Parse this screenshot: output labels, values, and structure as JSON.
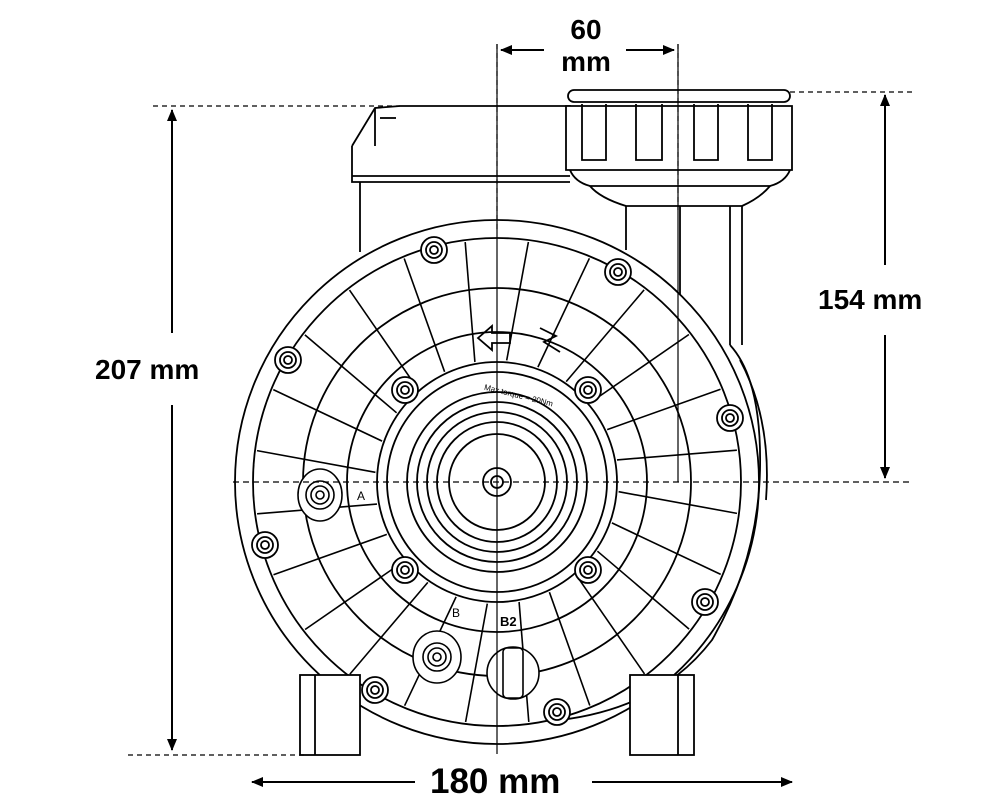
{
  "dimensions": {
    "overall_height": "207 mm",
    "outlet_height": "154 mm",
    "overall_width": "180 mm",
    "outlet_offset_value": "60",
    "outlet_offset_unit": "mm"
  },
  "markings": {
    "port_a": "A",
    "port_b": "B",
    "port_b2": "B2",
    "torque_note": "Max torque = 20Nm",
    "flow_arrow": "⇦"
  },
  "colors": {
    "line": "#000000",
    "background": "#ffffff"
  }
}
